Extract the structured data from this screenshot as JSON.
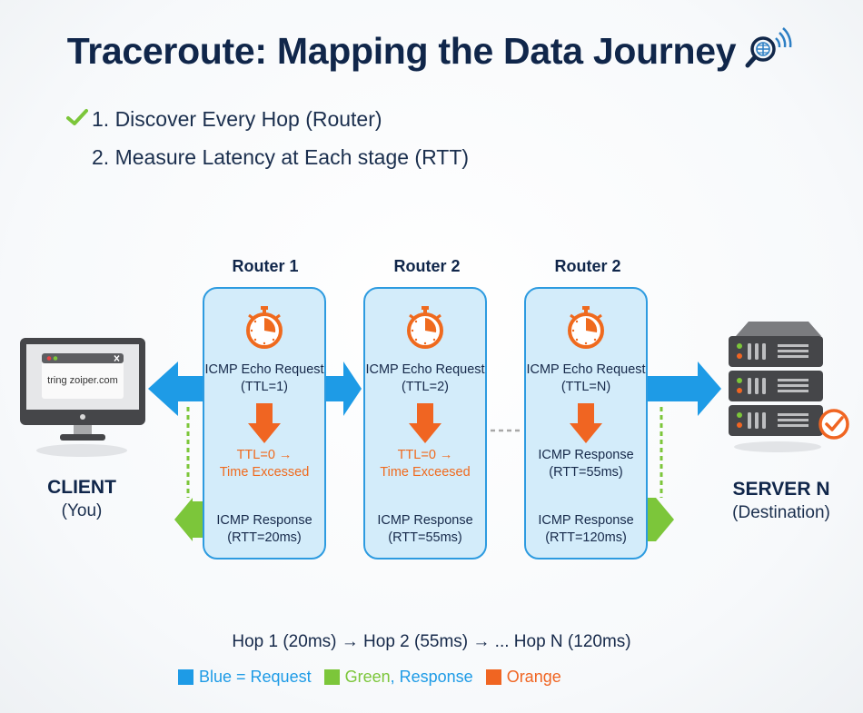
{
  "title": "Traceroute: Mapping the Data Journey",
  "title_icon": "globe-search-signal-icon",
  "goals": [
    {
      "label": "1. Discover Every Hop (Router)",
      "checked": true
    },
    {
      "label": "2. Measure Latency at Each stage (RTT)",
      "checked": false
    }
  ],
  "client": {
    "title": "CLIENT",
    "subtitle": "(You)",
    "browser_url": "tring zoiper.com",
    "icon": "desktop-monitor-icon"
  },
  "server": {
    "title": "SERVER N",
    "subtitle": "(Destination)",
    "icon": "server-rack-icon",
    "badge_icon": "check-circle-icon"
  },
  "routers": [
    {
      "label": "Router 1",
      "request": "ICMP Echo Request",
      "ttl": "(TTL=1)",
      "mid_line1": "TTL=0 →",
      "mid_line2": "Time Excessed",
      "mid_style": "orange",
      "response": "ICMP Response",
      "rtt": "(RTT=20ms)"
    },
    {
      "label": "Router 2",
      "request": "ICMP Echo Request",
      "ttl": "(TTL=2)",
      "mid_line1": "TTL=0 →",
      "mid_line2": "Time Exceesed",
      "mid_style": "orange",
      "response": "ICMP Response",
      "rtt": "(RTT=55ms)"
    },
    {
      "label": "Router 2",
      "request": "ICMP Echo Request",
      "ttl": "(TTL=N)",
      "mid_line1": "ICMP Response",
      "mid_line2": "(RTT=55ms)",
      "mid_style": "dark",
      "response": "ICMP Response",
      "rtt": "(RTT=120ms)"
    }
  ],
  "summary": "Hop 1 (20ms) → Hop 2 (55ms) → ... Hop N (120ms)",
  "legend": [
    {
      "swatch": "#1e9be6",
      "parts": [
        {
          "text": "Blue = Request",
          "color": "#1e9be6"
        }
      ]
    },
    {
      "swatch": "#7cc63a",
      "parts": [
        {
          "text": "Green",
          "color": "#7cc63a"
        },
        {
          "text": ", Response",
          "color": "#1e9be6"
        }
      ]
    },
    {
      "swatch": "#f06522",
      "parts": [
        {
          "text": "Orange",
          "color": "#f06522"
        }
      ]
    }
  ],
  "colors": {
    "request_blue": "#1e9be6",
    "response_green": "#7cc63a",
    "ttl_orange": "#f06522",
    "router_fill": "#d3ecfa",
    "router_border": "#2d9be0",
    "title_navy": "#10264a"
  }
}
